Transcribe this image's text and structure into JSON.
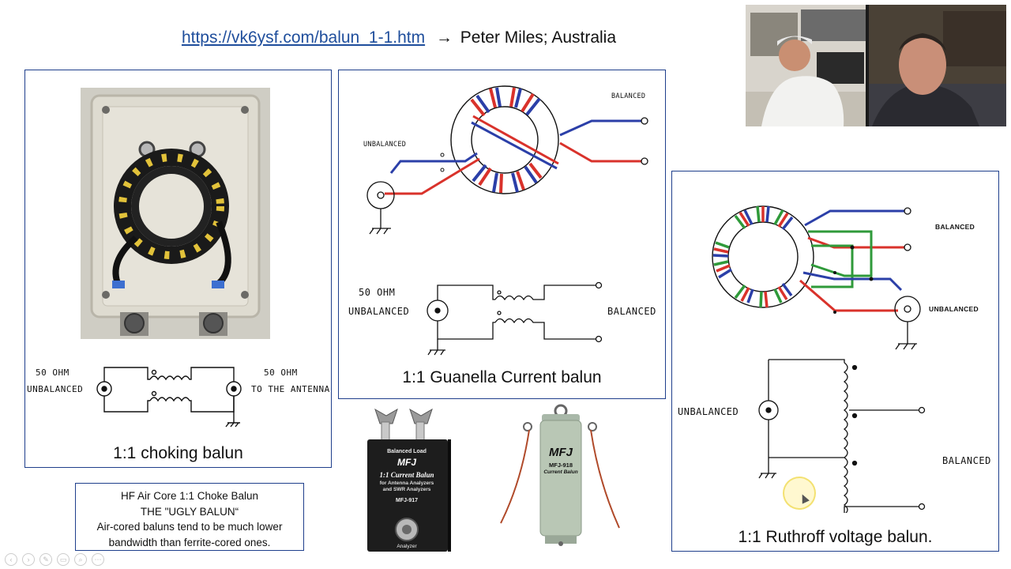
{
  "header": {
    "url": "https://vk6ysf.com/balun_1-1.htm",
    "arrow": "→",
    "author": "Peter Miles; Australia"
  },
  "choking": {
    "caption": "1:1 choking balun",
    "left_ohm": "50 OHM",
    "left_type": "UNBALANCED",
    "right_ohm": "50 OHM",
    "right_type": "TO THE ANTENNA"
  },
  "guanella": {
    "caption": "1:1 Guanella Current balun",
    "toroid_balanced": "BALANCED",
    "toroid_unbalanced": "UNBALANCED",
    "schem_ohm": "50 OHM",
    "schem_unbalanced": "UNBALANCED",
    "schem_balanced": "BALANCED"
  },
  "ruthroff": {
    "caption": "1:1 Ruthroff voltage balun.",
    "toroid_balanced": "BALANCED",
    "toroid_unbalanced": "UNBALANCED",
    "schem_unbalanced": "UNBALANCED",
    "schem_balanced": "BALANCED"
  },
  "note": {
    "line1": "HF Air Core  1:1 Choke Balun",
    "line2": "THE \"UGLY BALUN“",
    "line3": "Air-cored baluns tend to be much lower",
    "line4": "bandwidth than ferrite-cored ones."
  },
  "products": {
    "mfj917_top": "Balanced Load",
    "mfj917_brand": "MFJ",
    "mfj917_title": "1:1 Current Balun",
    "mfj917_sub1": "for Antenna Analyzers",
    "mfj917_sub2": "and SWR Analyzers",
    "mfj917_model": "MFJ-917",
    "mfj917_bottom": "Analyzer",
    "mfj918_brand": "MFJ",
    "mfj918_model": "MFJ-918",
    "mfj918_sub": "Current Balun"
  },
  "colors": {
    "panel_border": "#1f3f8c",
    "wire_red": "#d9322b",
    "wire_blue": "#2b3fa8",
    "wire_green": "#2f9a3a",
    "link": "#1f4e9c"
  }
}
